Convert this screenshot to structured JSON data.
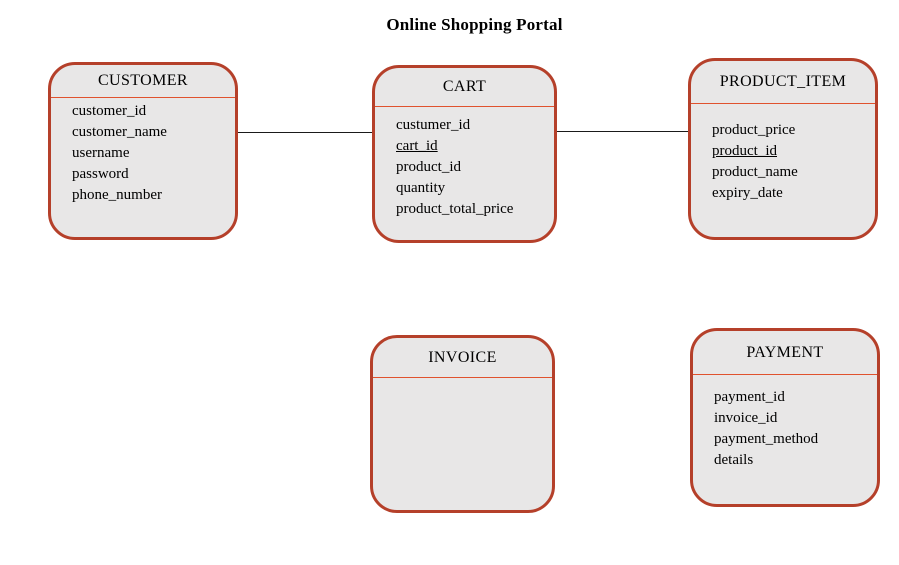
{
  "page": {
    "title": "Online Shopping Portal"
  },
  "colors": {
    "entity_border": "#b5402a",
    "entity_fill": "#e8e7e7",
    "separator_line": "#e0522e",
    "connector_line": "#1a1a1a",
    "text_color": "#000000",
    "background": "#ffffff"
  },
  "entities": [
    {
      "name": "CUSTOMER",
      "fields": [
        {
          "label": "customer_id",
          "underlined": false
        },
        {
          "label": "customer_name",
          "underlined": false
        },
        {
          "label": "username",
          "underlined": false
        },
        {
          "label": "password",
          "underlined": false
        },
        {
          "label": "phone_number",
          "underlined": false
        }
      ]
    },
    {
      "name": "CART",
      "fields": [
        {
          "label": "custumer_id",
          "underlined": false
        },
        {
          "label": "cart_id",
          "underlined": true
        },
        {
          "label": "product_id",
          "underlined": false
        },
        {
          "label": "quantity",
          "underlined": false
        },
        {
          "label": "product_total_price",
          "underlined": false
        }
      ]
    },
    {
      "name": "PRODUCT_ITEM",
      "fields": [
        {
          "label": "product_price",
          "underlined": false
        },
        {
          "label": "product_id",
          "underlined": true
        },
        {
          "label": "product_name",
          "underlined": false
        },
        {
          "label": "expiry_date",
          "underlined": false
        }
      ]
    },
    {
      "name": "INVOICE",
      "fields": []
    },
    {
      "name": "PAYMENT",
      "fields": [
        {
          "label": "payment_id",
          "underlined": false
        },
        {
          "label": "invoice_id",
          "underlined": false
        },
        {
          "label": "payment_method",
          "underlined": false
        },
        {
          "label": "details",
          "underlined": false
        }
      ]
    }
  ],
  "connections": [
    {
      "from": "CUSTOMER",
      "to": "CART"
    },
    {
      "from": "CART",
      "to": "PRODUCT_ITEM"
    }
  ]
}
